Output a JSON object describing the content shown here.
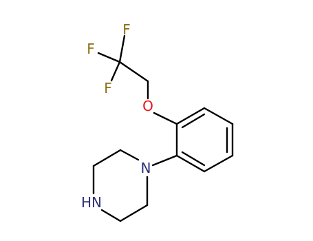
{
  "molecule": {
    "atoms": {
      "f1": {
        "symbol": "F",
        "color": "#8a6a12"
      },
      "f2": {
        "symbol": "F",
        "color": "#8a6a12"
      },
      "f3": {
        "symbol": "F",
        "color": "#8a6a12"
      },
      "o": {
        "symbol": "O",
        "color": "#e8141c"
      },
      "n_aryl": {
        "symbol": "N",
        "color": "#2b2d7a"
      },
      "nh": {
        "symbol": "HN",
        "color": "#2b2d7a"
      }
    },
    "bond_color": "#000000"
  }
}
